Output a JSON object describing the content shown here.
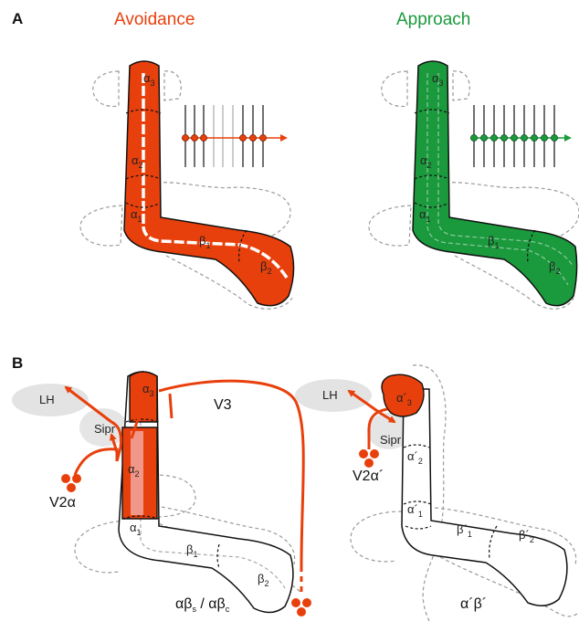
{
  "colors": {
    "avoidance": "#e8400c",
    "approach": "#1a9a3c",
    "hull": "#9a9a9a",
    "region_fill": "#e5e5e5"
  },
  "panel_a": {
    "label": "A",
    "left": {
      "title": "Avoidance",
      "lobes": {
        "a3": "α",
        "a3_sub": "3",
        "a2": "α",
        "a2_sub": "2",
        "a1": "α",
        "a1_sub": "1",
        "b1": "β",
        "b1_sub": "1",
        "b2": "β",
        "b2_sub": "2"
      },
      "raster_spikes": 6
    },
    "right": {
      "title": "Approach",
      "lobes": {
        "a3": "α",
        "a3_sub": "3",
        "a2": "α",
        "a2_sub": "2",
        "a1": "α",
        "a1_sub": "1",
        "b1": "β",
        "b1_sub": "1",
        "b2": "β",
        "b2_sub": "2"
      },
      "raster_spikes": 9
    }
  },
  "panel_b": {
    "label": "B",
    "left": {
      "lh": "LH",
      "sipr": "Sipr",
      "v2": "V2α",
      "v3": "V3",
      "lobes": {
        "a3": "α",
        "a3_sub": "3",
        "a2": "α",
        "a2_sub": "2",
        "a1": "α",
        "a1_sub": "1",
        "b1": "β",
        "b1_sub": "1",
        "b2": "β",
        "b2_sub": "2"
      },
      "caption": "αβ",
      "caption_sub1": "s",
      "caption_mid": " / αβ",
      "caption_sub2": "c"
    },
    "right": {
      "lh": "LH",
      "sipr": "Sipr",
      "v2": "V2α´",
      "lobes": {
        "a3": "α´",
        "a3_sub": "3",
        "a2": "α´",
        "a2_sub": "2",
        "a1": "α´",
        "a1_sub": "1",
        "b1": "β´",
        "b1_sub": "1",
        "b2": "β´",
        "b2_sub": "2"
      },
      "caption": "α´β´"
    }
  }
}
